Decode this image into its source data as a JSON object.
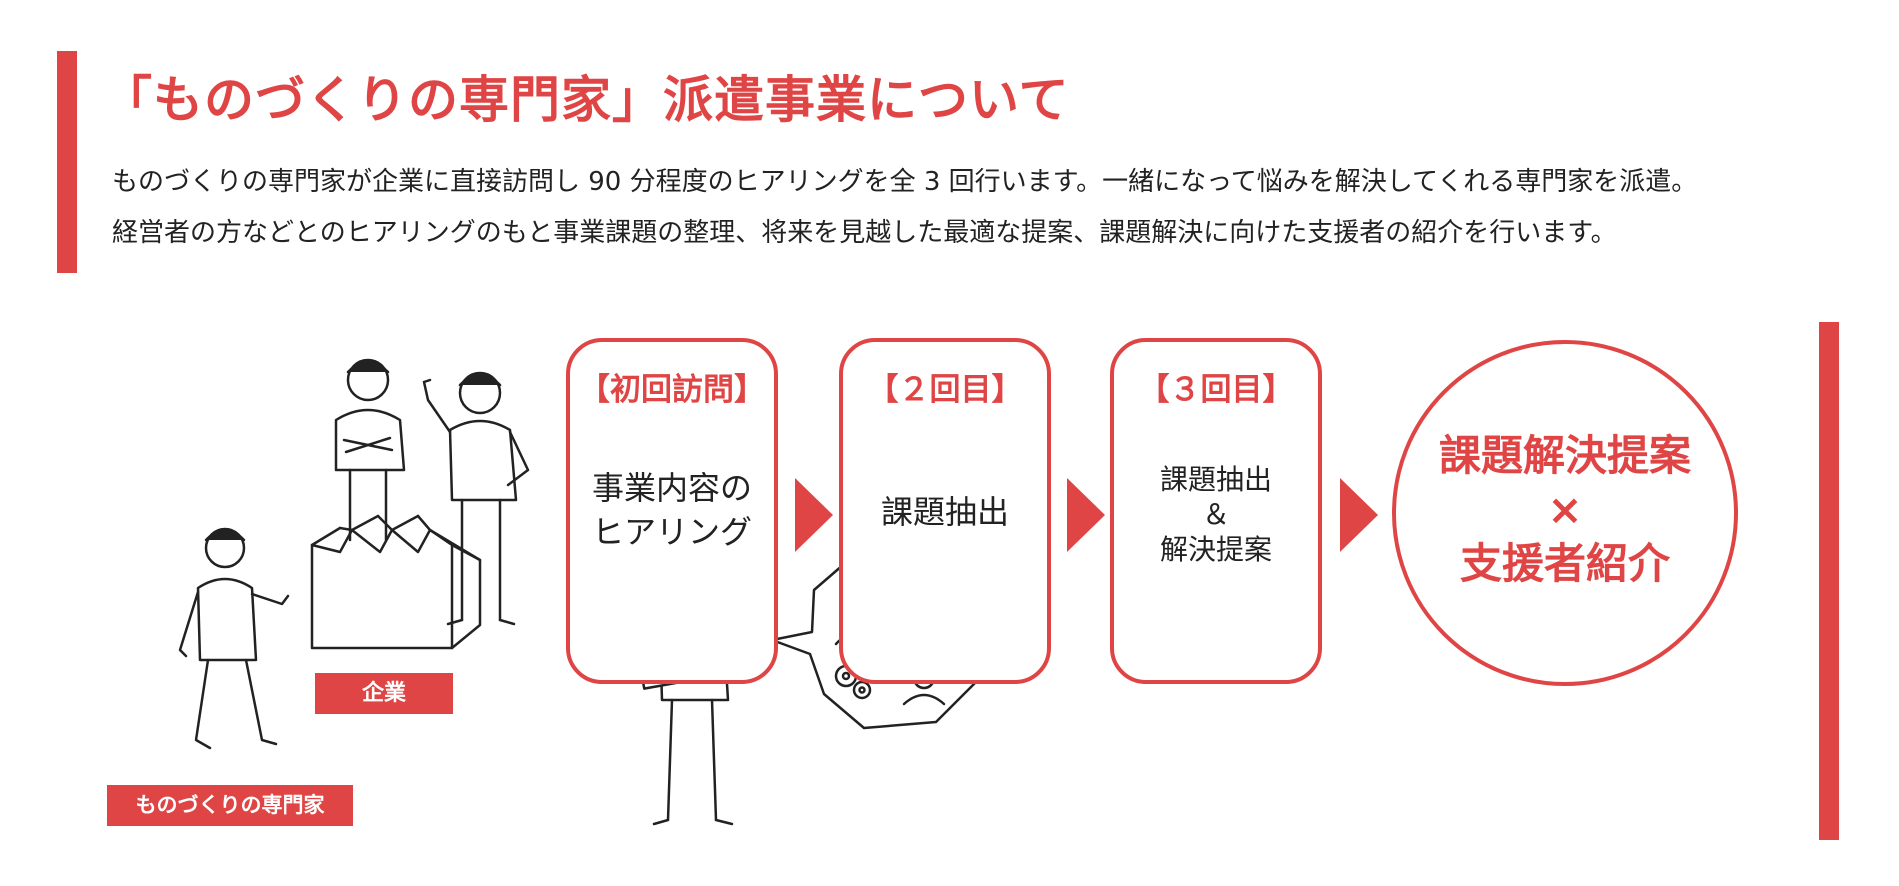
{
  "header": {
    "title": "「ものづくりの専門家」派遣事業について",
    "description_lines": [
      "ものづくりの専門家が企業に直接訪問し 90 分程度のヒアリングを全 3 回行います。一緒になって悩みを解決してくれる専門家を派遣。",
      "経営者の方などとのヒアリングのもと事業課題の整理、将来を見越した最適な提案、課題解決に向けた支援者の紹介を行います。"
    ]
  },
  "labels": {
    "company": "企業",
    "expert": "ものづくりの専門家"
  },
  "steps": [
    {
      "label": "【初回訪問】",
      "description": "事業内容の\nヒアリング"
    },
    {
      "label": "【２回目】",
      "description": "課題抽出"
    },
    {
      "label": "【３回目】",
      "description": "課題抽出\n＆\n解決提案"
    }
  ],
  "result": {
    "line1": "課題解決提案",
    "line2": "×",
    "line3": "支援者紹介"
  },
  "colors": {
    "accent": "#e04545",
    "text": "#222222",
    "background": "#ffffff"
  },
  "icons": [
    "factory-icon",
    "person-icon",
    "gear-icon",
    "building-icon",
    "bar-chart-icon",
    "vr-headset-person-icon"
  ]
}
